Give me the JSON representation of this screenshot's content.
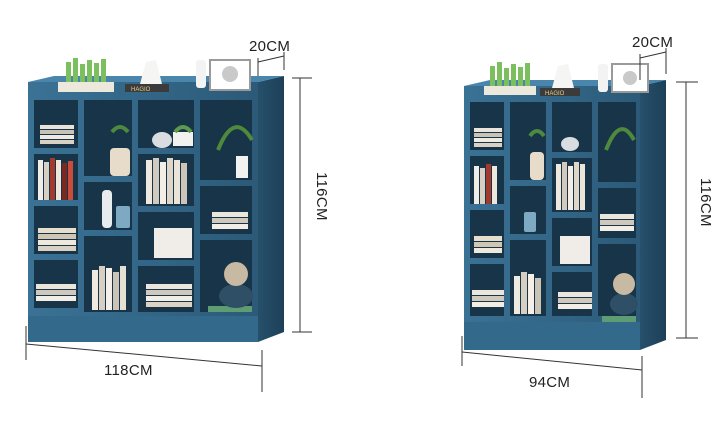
{
  "products": [
    {
      "name": "large-bookshelf",
      "depth_label": "20CM",
      "height_label": "116CM",
      "width_label": "118CM",
      "book_box_text": "HAGIO"
    },
    {
      "name": "small-bookshelf",
      "depth_label": "20CM",
      "height_label": "116CM",
      "width_label": "94CM",
      "book_box_text": "HAGIO"
    }
  ],
  "colors": {
    "shelf_blue": "#2f5f7f",
    "shelf_edge": "#4f89ad",
    "shelf_dark": "#1f3f57",
    "dimension_line": "#333333"
  }
}
